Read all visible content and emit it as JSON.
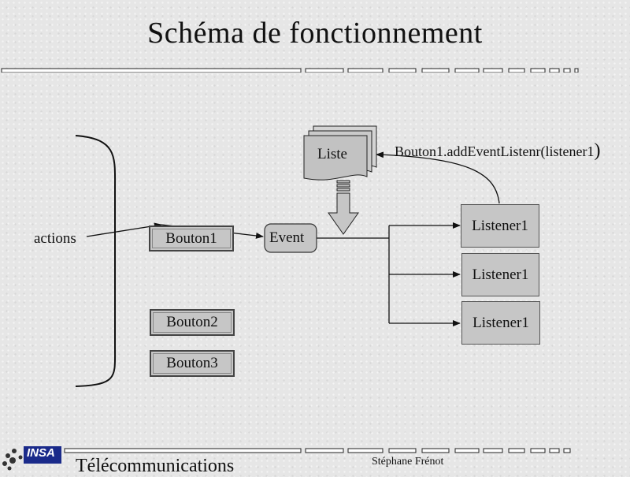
{
  "slide": {
    "title": "Schéma de fonctionnement",
    "footer_left": "Télécommunications",
    "footer_right": "Stéphane Frénot",
    "logo_text": "INSA"
  },
  "diagram": {
    "actions_label": "actions",
    "buttons": [
      "Bouton1",
      "Bouton2",
      "Bouton3"
    ],
    "event_label": "Event",
    "list_label": "Liste",
    "listeners": [
      "Listener1",
      "Listener1",
      "Listener1"
    ],
    "registration_call": "Bouton1.addEventListenr(listener1",
    "registration_close": ")"
  },
  "colors": {
    "background": "#e6e6e6",
    "box_fill": "#c6c6c6",
    "stroke": "#111111"
  }
}
